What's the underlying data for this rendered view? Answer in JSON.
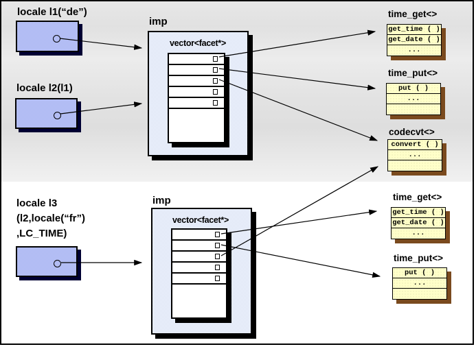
{
  "colors": {
    "locale_fill": "#aab4f0",
    "locale_shadow": "#000033",
    "imp_fill": "#dde4f6",
    "vector_fill": "#ffffff",
    "facet_fill": "#ffffc9",
    "facet_shadow": "#7a4a1e",
    "line": "#000000",
    "background_top": "#e6e6e6",
    "background_bottom": "#ffffff"
  },
  "locales": [
    {
      "label": "locale l1(“de”)"
    },
    {
      "label": "locale l2(l1)"
    },
    {
      "label": "locale l3\n(l2,locale(“fr”)\n,LC_TIME)"
    }
  ],
  "imps": [
    {
      "label": "imp",
      "vector_label": "vector<facet*>",
      "slots": 5
    },
    {
      "label": "imp",
      "vector_label": "vector<facet*>",
      "slots": 5
    }
  ],
  "facets": [
    {
      "title": "time_get<>",
      "rows": [
        "get_time ( )",
        "get_date ( )",
        "..."
      ]
    },
    {
      "title": "time_put<>",
      "rows": [
        "put ( )",
        "...",
        ""
      ]
    },
    {
      "title": "codecvt<>",
      "rows": [
        "convert ( )",
        "...",
        ""
      ]
    },
    {
      "title": "time_get<>",
      "rows": [
        "get_time ( )",
        "get_date ( )",
        "..."
      ]
    },
    {
      "title": "time_put<>",
      "rows": [
        "put ( )",
        "...",
        ""
      ]
    }
  ]
}
